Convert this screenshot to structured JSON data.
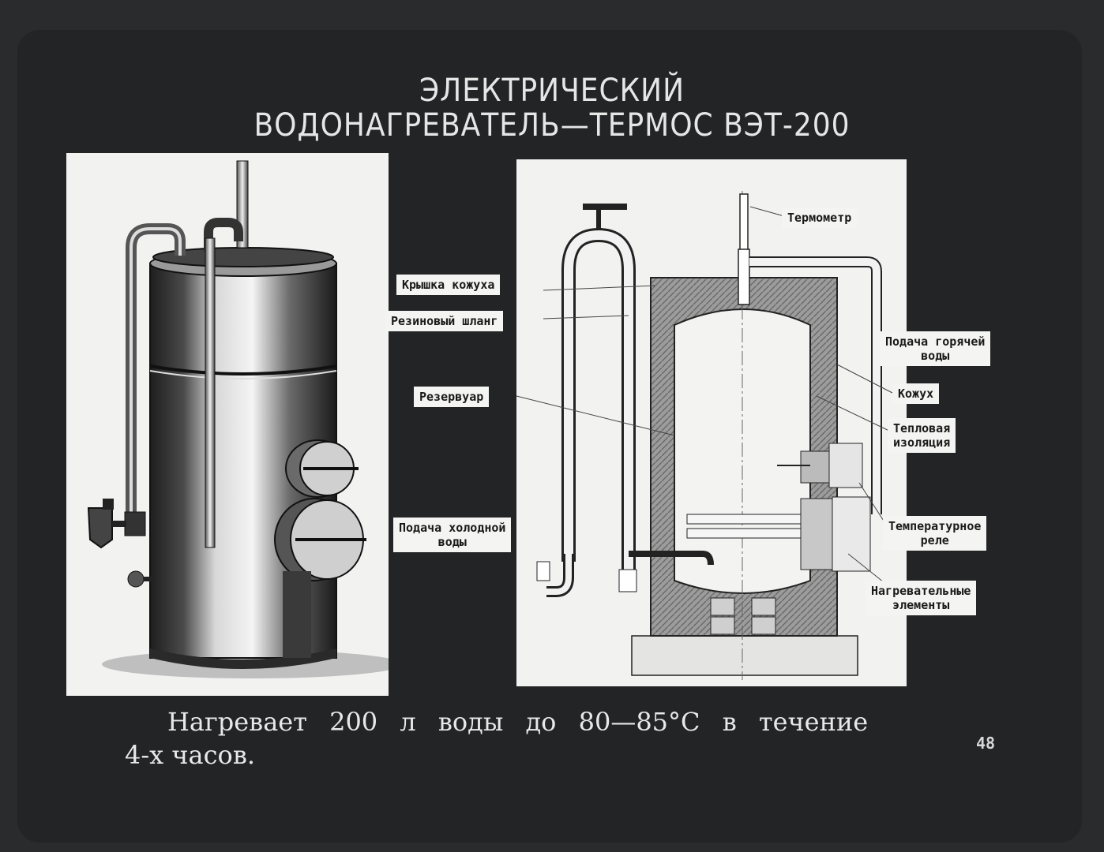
{
  "title": {
    "line1": "ЭЛЕКТРИЧЕСКИЙ",
    "line2": "ВОДОНАГРЕВАТЕЛЬ—ТЕРМОС ВЭТ-200"
  },
  "labels": {
    "thermometer": "Термометр",
    "casing_lid": "Крышка кожуха",
    "rubber_hose": "Резиновый шланг",
    "hot_water_supply": [
      "Подача горячей",
      "воды"
    ],
    "casing": "Кожух",
    "insulation": [
      "Тепловая",
      "изоляция"
    ],
    "reservoir": "Резервуар",
    "cold_water_supply": [
      "Подача холодной",
      "воды"
    ],
    "temp_relay": [
      "Температурное",
      "реле"
    ],
    "heating_elements": [
      "Нагревательные",
      "элементы"
    ]
  },
  "caption": {
    "line1": "Нагревает 200 л воды до 80—85°С в течение",
    "line2": "4-х часов."
  },
  "page_number": "48",
  "colors": {
    "background": "#2a2b2c",
    "panel": "#f2f3f1",
    "text_light": "#e6e6e6"
  }
}
